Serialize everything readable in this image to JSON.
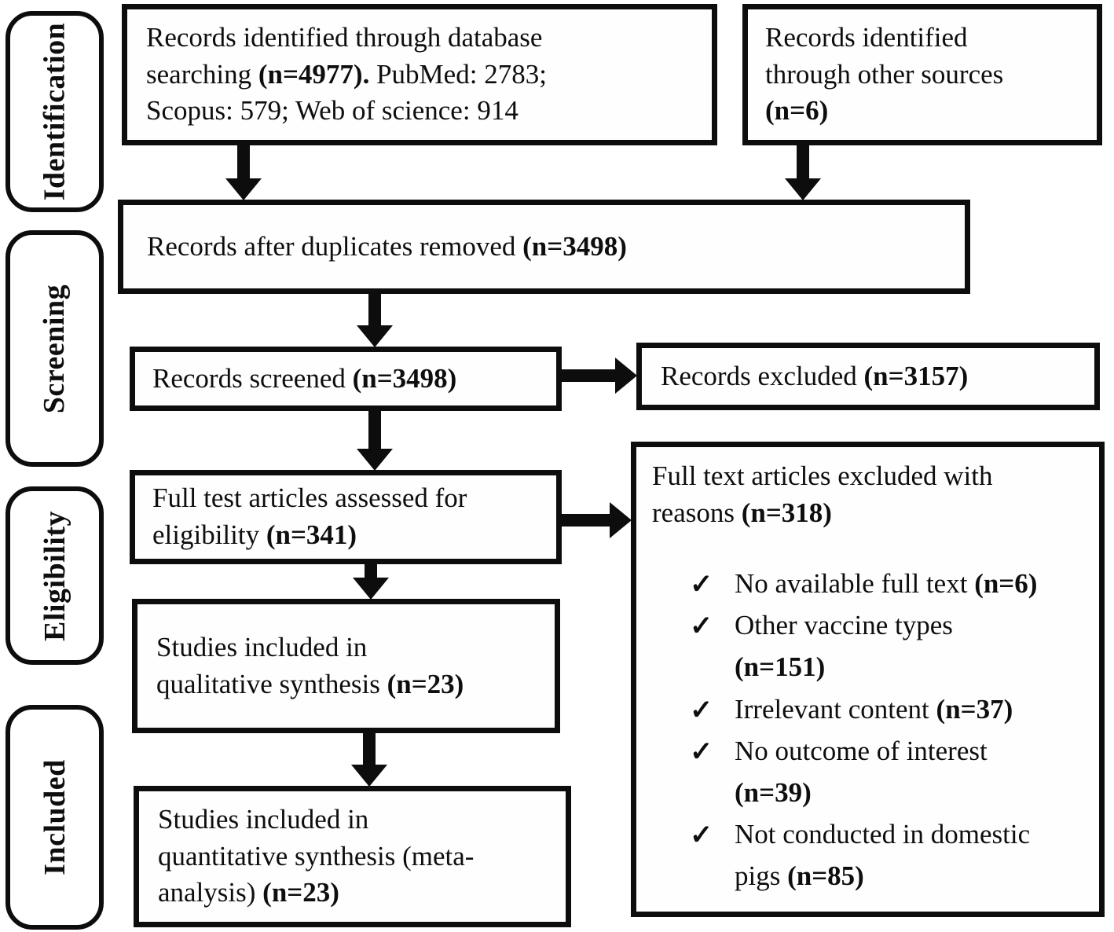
{
  "diagram": {
    "stages": [
      {
        "label": "Identification"
      },
      {
        "label": "Screening"
      },
      {
        "label": "Eligibility"
      },
      {
        "label": "Included"
      }
    ],
    "boxes": {
      "db_search": {
        "pre": "Records identified through database\nsearching ",
        "bold": "(n=4977).",
        "post": " PubMed: 2783;\nScopus: 579; Web of science: 914"
      },
      "other_sources": {
        "pre": "Records identified\nthrough other sources\n",
        "bold": "(n=6)"
      },
      "duplicates_removed": {
        "pre": "Records after duplicates removed ",
        "bold": "(n=3498)"
      },
      "screened": {
        "pre": "Records screened ",
        "bold": "(n=3498)"
      },
      "excluded": {
        "pre": "Records excluded ",
        "bold": "(n=3157)"
      },
      "full_text_assessed": {
        "pre": "Full test articles assessed for\neligibility ",
        "bold": "(n=341)"
      },
      "full_text_excluded": {
        "pre": "Full text articles excluded with\nreasons ",
        "bold": "(n=318)",
        "items": [
          {
            "pre": "No available full text ",
            "bold": "(n=6)"
          },
          {
            "pre": "Other vaccine types\n",
            "bold": "(n=151)"
          },
          {
            "pre": "Irrelevant content ",
            "bold": "(n=37)"
          },
          {
            "pre": "No outcome of interest\n",
            "bold": "(n=39)"
          },
          {
            "pre": "Not conducted in domestic\npigs ",
            "bold": "(n=85)"
          }
        ]
      },
      "qualitative": {
        "pre": "Studies included in\nqualitative synthesis ",
        "bold": "(n=23)"
      },
      "quantitative": {
        "pre": "Studies included in\nquantitative synthesis (meta-\nanalysis) ",
        "bold": "(n=23)"
      }
    },
    "icons": {
      "check": "✓"
    },
    "colors": {
      "ink": "#0d0d0d",
      "background": "#ffffff"
    }
  }
}
